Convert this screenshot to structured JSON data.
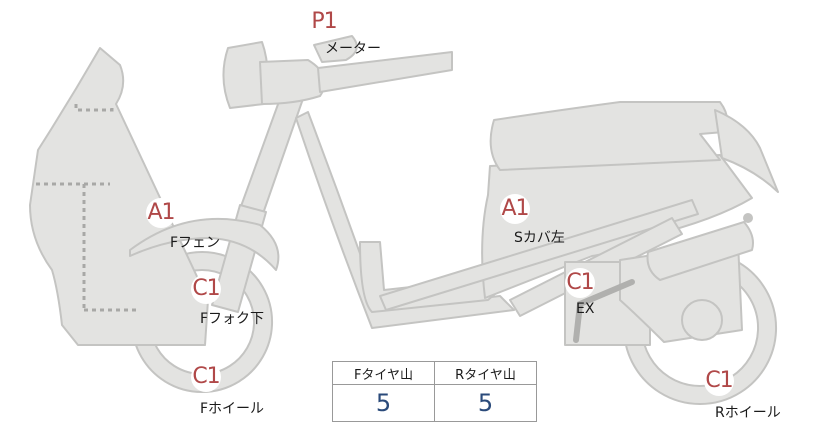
{
  "colors": {
    "body_fill": "#e3e3e1",
    "body_stroke": "#c4c4c2",
    "marker_text": "#b04848",
    "value_text": "#2a4a7a"
  },
  "markers": [
    {
      "id": "meter",
      "code": "P1",
      "label": "メーター"
    },
    {
      "id": "front-fender",
      "code": "A1",
      "label": "Fフェン"
    },
    {
      "id": "side-cover",
      "code": "A1",
      "label": "Sカバ左"
    },
    {
      "id": "front-fork",
      "code": "C1",
      "label": "Fフォク下"
    },
    {
      "id": "exhaust",
      "code": "C1",
      "label": "EX"
    },
    {
      "id": "front-wheel",
      "code": "C1",
      "label": "Fホイール"
    },
    {
      "id": "rear-wheel",
      "code": "C1",
      "label": "Rホイール"
    }
  ],
  "tire_table": {
    "headers": [
      "Fタイヤ山",
      "Rタイヤ山"
    ],
    "values": [
      "5",
      "5"
    ]
  }
}
